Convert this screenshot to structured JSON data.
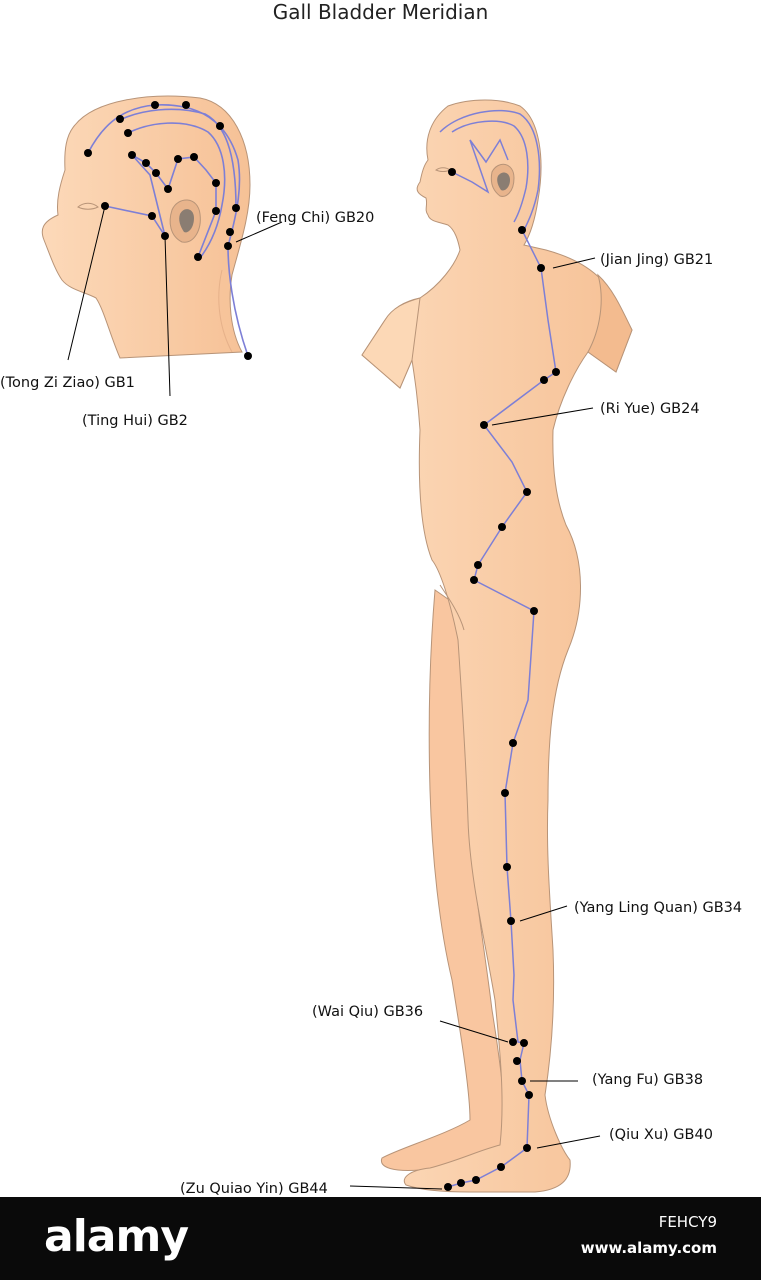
{
  "title": "Gall Bladder Meridian",
  "labels": {
    "gb1": "(Tong Zi Ziao) GB1",
    "gb2": "(Ting Hui) GB2",
    "gb20": "(Feng Chi) GB20",
    "gb21": "(Jian Jing) GB21",
    "gb24": "(Ri Yue) GB24",
    "gb34": "(Yang Ling Quan) GB34",
    "gb36": "(Wai Qiu) GB36",
    "gb38": "(Yang Fu) GB38",
    "gb40": "(Qiu Xu) GB40",
    "gb44": "(Zu Quiao Yin) GB44"
  },
  "footer": {
    "logo": "alamy",
    "image_id": "FEHCY9",
    "site": "www.alamy.com"
  },
  "colors": {
    "skin": "#f9c9a0",
    "skin_light": "#fcd8b6",
    "outline": "#b89478",
    "meridian": "#7d7fd6",
    "point": "#000000",
    "ear": "#8a7d72",
    "footer_bg": "#0a0a0a"
  }
}
